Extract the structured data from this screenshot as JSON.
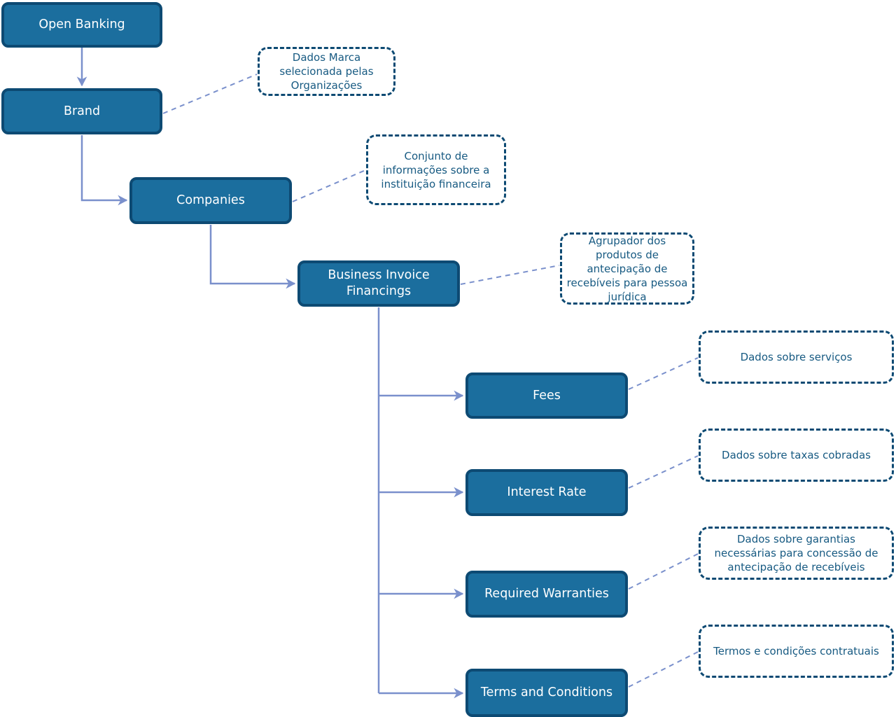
{
  "diagram": {
    "nodes": {
      "open_banking": {
        "label": "Open Banking"
      },
      "brand": {
        "label": "Brand"
      },
      "companies": {
        "label": "Companies"
      },
      "business_invoice_financings": {
        "label": "Business Invoice Financings"
      },
      "fees": {
        "label": "Fees"
      },
      "interest_rate": {
        "label": "Interest Rate"
      },
      "required_warranties": {
        "label": "Required Warranties"
      },
      "terms_and_conditions": {
        "label": "Terms and Conditions"
      }
    },
    "annotations": {
      "brand": {
        "text": "Dados Marca selecionada pelas Organizações"
      },
      "companies": {
        "text": "Conjunto de informações sobre a instituição financeira"
      },
      "business_invoice_financings": {
        "text": "Agrupador dos produtos de antecipação de recebíveis para pessoa jurídica"
      },
      "fees": {
        "text": "Dados sobre serviços"
      },
      "interest_rate": {
        "text": "Dados sobre taxas cobradas"
      },
      "required_warranties": {
        "text": "Dados sobre garantias necessárias para concessão de antecipação de recebíveis"
      },
      "terms_and_conditions": {
        "text": "Termos e condições contratuais"
      }
    },
    "colors": {
      "node_fill": "#1b6e9e",
      "node_border": "#0d4a73",
      "node_text": "#ffffff",
      "annotation_border": "#0d4a73",
      "annotation_text": "#175a82",
      "connector": "#7a90cc",
      "background": "#ffffff"
    }
  }
}
